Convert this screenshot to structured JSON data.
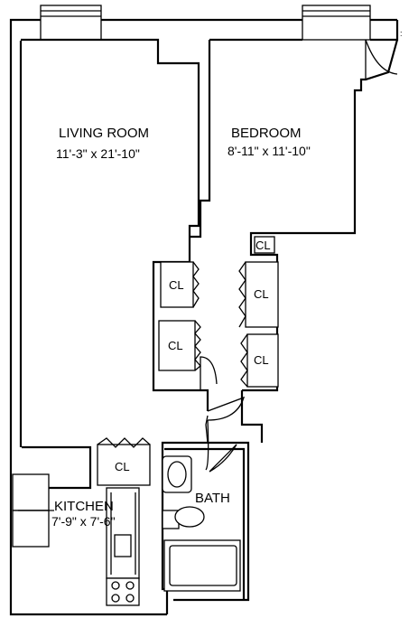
{
  "rooms": {
    "living_room": {
      "name": "LIVING ROOM",
      "dimensions": "11'-3\" x 21'-10\""
    },
    "bedroom": {
      "name": "BEDROOM",
      "dimensions": "8'-11\" x 11'-10\""
    },
    "kitchen": {
      "name": "KITCHEN",
      "dimensions": "7'-9\" x 7'-6\""
    },
    "bath": {
      "name": "BATH"
    }
  },
  "closets": {
    "living_upper": "CL",
    "living_lower": "CL",
    "bedroom_small": "CL",
    "bedroom_upper": "CL",
    "bedroom_lower": "CL",
    "entry": "CL"
  }
}
